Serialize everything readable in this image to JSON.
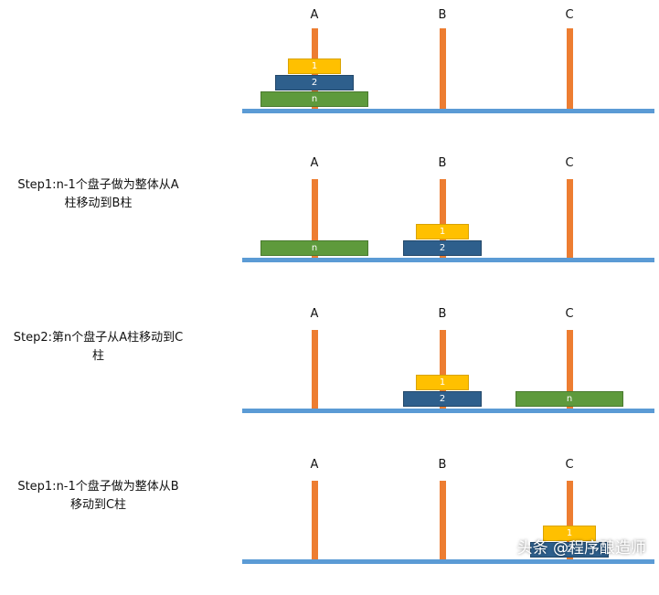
{
  "pegs": [
    "A",
    "B",
    "C"
  ],
  "stages": [
    {
      "label": "",
      "disks": {
        "A": [
          "1",
          "2",
          "n"
        ],
        "B": [],
        "C": []
      }
    },
    {
      "label": "Step1:n-1个盘子做为整体从A柱移动到B柱",
      "disks": {
        "A": [
          "n"
        ],
        "B": [
          "1",
          "2"
        ],
        "C": []
      }
    },
    {
      "label": "Step2:第n个盘子从A柱移动到C柱",
      "disks": {
        "A": [],
        "B": [
          "1",
          "2"
        ],
        "C": [
          "n"
        ]
      }
    },
    {
      "label": "Step1:n-1个盘子做为整体从B移动到C柱",
      "disks": {
        "A": [],
        "B": [],
        "C": [
          "1",
          "2"
        ]
      }
    }
  ],
  "watermark": "头条 @程序酿造师"
}
